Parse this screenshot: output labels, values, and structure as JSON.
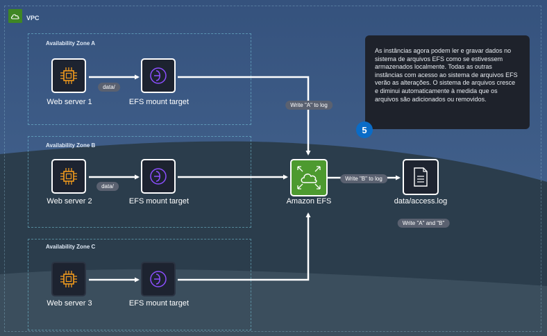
{
  "vpc": {
    "label": "VPC",
    "icon": "vpc-cloud-icon"
  },
  "zones": [
    {
      "label": "Availability Zone A",
      "server_label": "Web server 1",
      "target_label": "EFS mount target",
      "path_label": "data/"
    },
    {
      "label": "Availability Zone B",
      "server_label": "Web server 2",
      "target_label": "EFS mount target",
      "path_label": "data/"
    },
    {
      "label": "Availability Zone C",
      "server_label": "Web server 3",
      "target_label": "EFS mount target"
    }
  ],
  "efs": {
    "label": "Amazon EFS",
    "icon": "efs-icon"
  },
  "file": {
    "label": "data/access.log",
    "icon": "document-icon"
  },
  "links": {
    "write_a": "Write \"A\" to log",
    "write_b": "Write \"B\" to log",
    "write_ab": "Write \"A\" and \"B\""
  },
  "callout": {
    "text": "As instâncias agora podem ler e gravar dados no sistema de arquivos EFS como se estivessem armazenados localmente. Todas as outras instâncias com acesso ao sistema de arquivos EFS verão as alterações. O sistema de arquivos cresce e diminui automaticamente à medida que os arquivos são adicionados ou removidos.",
    "step": "5"
  },
  "colors": {
    "efs_green": "#4d9a2f",
    "step_blue": "#0a6cc7",
    "ec2_orange": "#f29b1d",
    "mount_purple": "#8c4fff"
  }
}
